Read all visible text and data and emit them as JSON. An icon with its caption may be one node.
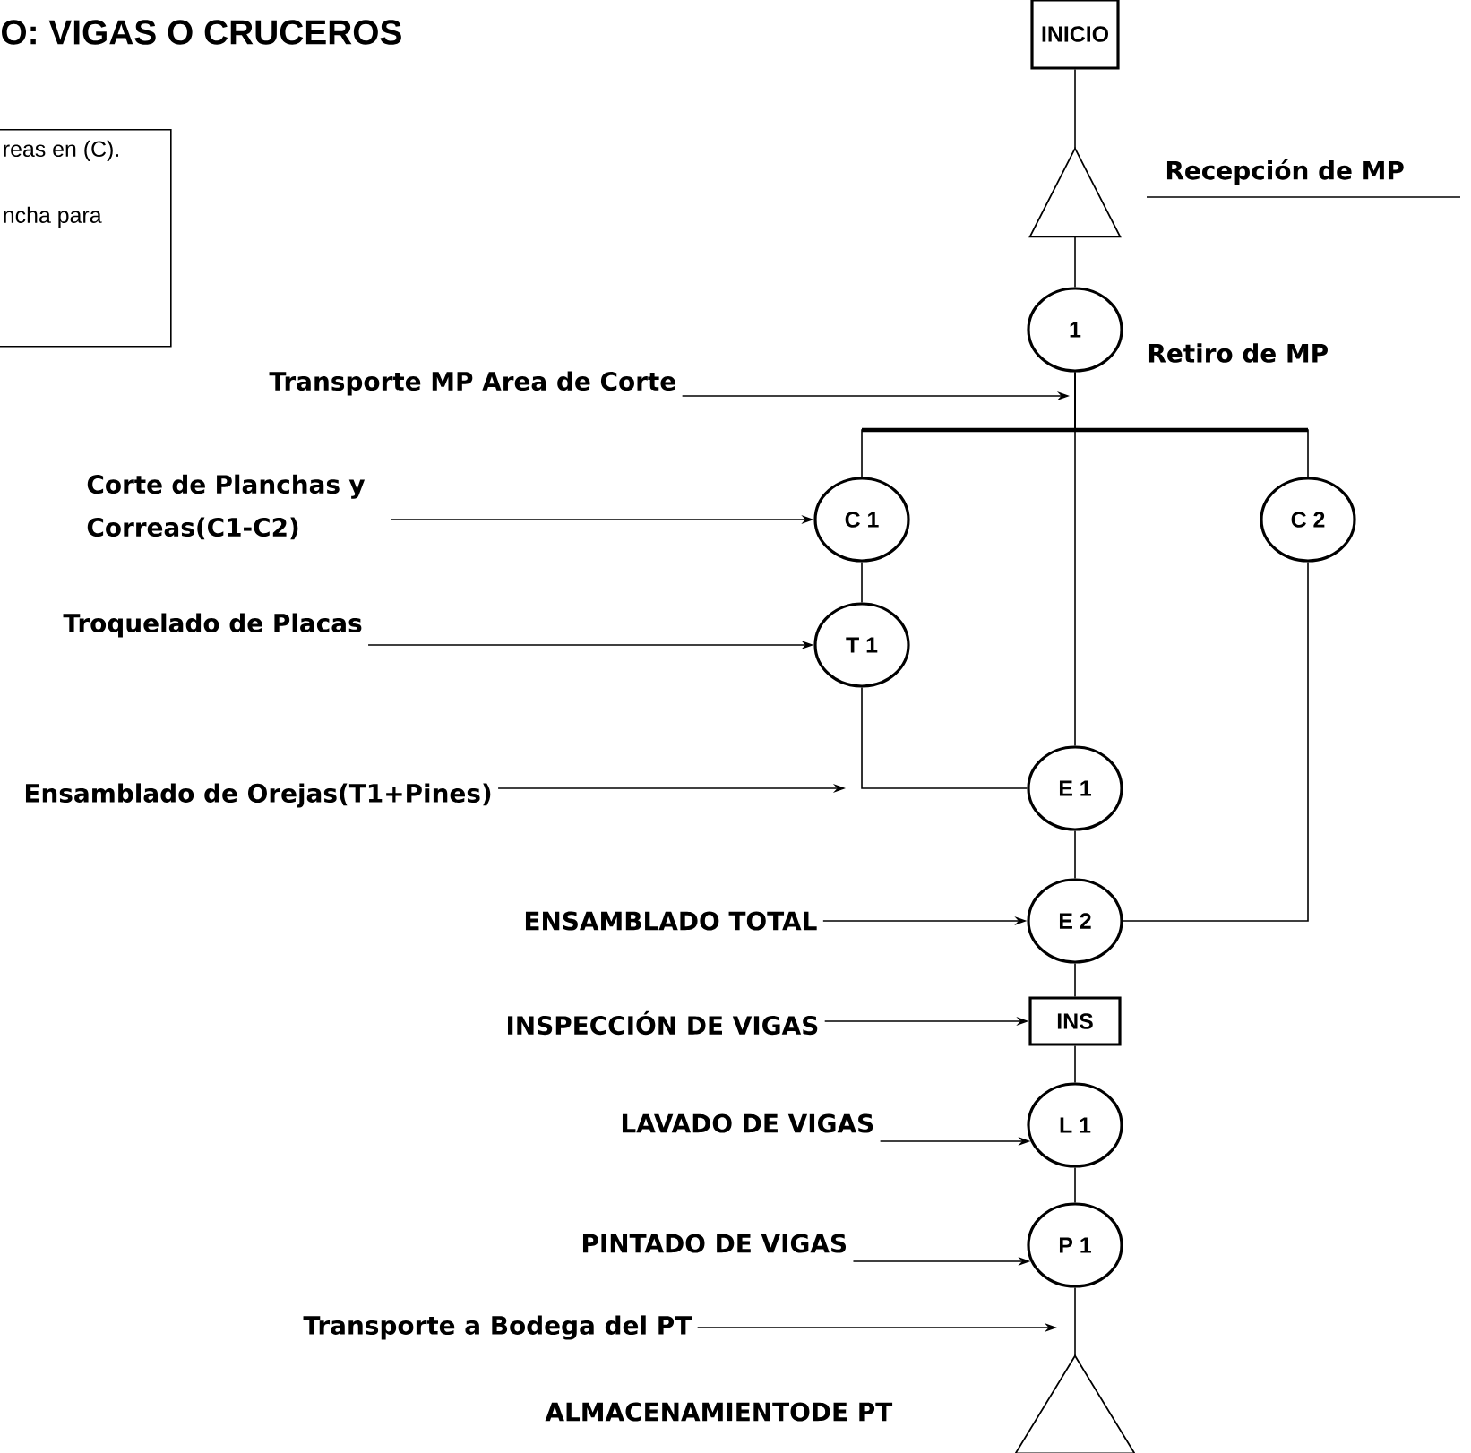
{
  "diagram": {
    "title": "O: VIGAS O CRUCEROS",
    "nodes": [
      {
        "text": [
          "reas en (C).",
          "ncha para"
        ]
      },
      {
        "text": [
          "INICIO"
        ]
      },
      {
        "text": [],
        "shape": "triangle",
        "beside": [
          "Recepción de MP"
        ]
      },
      {
        "text": [
          "1"
        ],
        "beside": [
          "Retiro de MP"
        ]
      },
      {
        "text": [
          "Transporte MP Area de Corte"
        ]
      },
      {
        "text": [
          "Corte de Planchas y Correas(C1-C2)"
        ]
      },
      {
        "text": [
          "C 1"
        ]
      },
      {
        "text": [
          "C 2"
        ]
      },
      {
        "text": [
          "Troquelado de Placas"
        ]
      },
      {
        "text": [
          "T 1"
        ]
      },
      {
        "text": [
          "Ensamblado de Orejas(T1+Pines)"
        ]
      },
      {
        "text": [
          "E 1"
        ]
      },
      {
        "text": [
          "ENSAMBLADO TOTAL"
        ]
      },
      {
        "text": [
          "E 2"
        ]
      },
      {
        "text": [
          "INSPECCIÓN DE VIGAS"
        ]
      },
      {
        "text": [
          "INS"
        ]
      },
      {
        "text": [
          "LAVADO DE VIGAS"
        ]
      },
      {
        "text": [
          "L 1"
        ]
      },
      {
        "text": [
          "PINTADO DE VIGAS"
        ]
      },
      {
        "text": [
          "P 1"
        ]
      },
      {
        "text": [
          "Transporte a Bodega del PT"
        ]
      },
      {
        "text": [],
        "shape": "triangle"
      }
    ],
    "labels": [
      "ALMACENAMIENTODE PT"
    ],
    "edges": [
      {
        "from": 1,
        "to": 2,
        "arrow": "none"
      },
      {
        "from": 2,
        "to": 3,
        "arrow": "none"
      },
      {
        "from": 3,
        "to": 6,
        "arrow": "none"
      },
      {
        "from": 3,
        "to": 7,
        "arrow": "none"
      },
      {
        "from": 3,
        "to": 11,
        "arrow": "none"
      },
      {
        "from": 6,
        "to": 9,
        "arrow": "none"
      },
      {
        "from": 9,
        "to": 11,
        "arrow": "none"
      },
      {
        "from": 7,
        "to": 13,
        "arrow": "none"
      },
      {
        "from": 11,
        "to": 13,
        "arrow": "none"
      },
      {
        "from": 13,
        "to": 15,
        "arrow": "none"
      },
      {
        "from": 15,
        "to": 17,
        "arrow": "none"
      },
      {
        "from": 17,
        "to": 19,
        "arrow": "none"
      },
      {
        "from": 19,
        "to": 21,
        "arrow": "none"
      },
      {
        "from": 4,
        "to": null,
        "arrow": "to"
      },
      {
        "from": 5,
        "to": 6,
        "arrow": "to"
      },
      {
        "from": 8,
        "to": 9,
        "arrow": "to"
      },
      {
        "from": 10,
        "to": null,
        "arrow": "to"
      },
      {
        "from": 12,
        "to": 13,
        "arrow": "to"
      },
      {
        "from": 14,
        "to": 15,
        "arrow": "to"
      },
      {
        "from": 16,
        "to": 17,
        "arrow": "to"
      },
      {
        "from": 18,
        "to": 19,
        "arrow": "to"
      },
      {
        "from": 20,
        "to": null,
        "arrow": "to"
      }
    ]
  }
}
